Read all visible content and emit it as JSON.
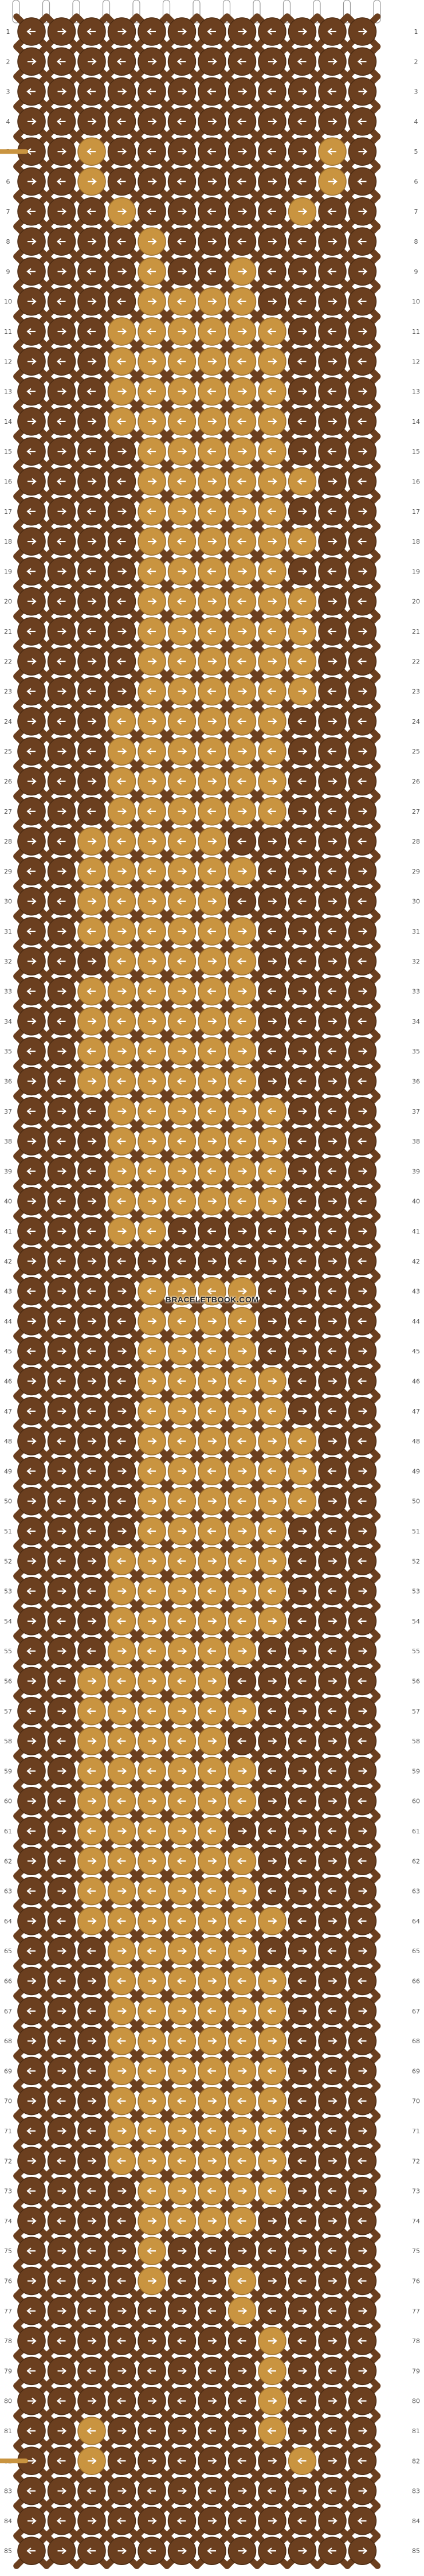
{
  "pattern": {
    "type": "alpha",
    "rows": 85,
    "strings": 13,
    "colors": {
      "A": "#6b3f1f",
      "B": "#c99440"
    },
    "background_color": "A",
    "motif_color": "B",
    "motif_rows": {
      "5": [
        2,
        10
      ],
      "6": [
        2,
        10
      ],
      "7": [
        3,
        9
      ],
      "8": [
        4
      ],
      "9": [
        4,
        7
      ],
      "10": [
        4,
        5,
        6,
        7
      ],
      "11": [
        3,
        4,
        5,
        6,
        7,
        8
      ],
      "12": [
        3,
        4,
        5,
        6,
        7,
        8
      ],
      "13": [
        3,
        4,
        5,
        6,
        7,
        8
      ],
      "14": [
        3,
        4,
        5,
        6,
        7,
        8
      ],
      "15": [
        4,
        5,
        6,
        7,
        8
      ],
      "16": [
        4,
        5,
        6,
        7,
        8,
        9
      ],
      "17": [
        4,
        5,
        6,
        7,
        8
      ],
      "18": [
        4,
        5,
        6,
        7,
        8,
        9
      ],
      "19": [
        4,
        5,
        6,
        7,
        8
      ],
      "20": [
        4,
        5,
        6,
        7,
        8,
        9
      ],
      "21": [
        4,
        5,
        6,
        7,
        8,
        9
      ],
      "22": [
        4,
        5,
        6,
        7,
        8,
        9
      ],
      "23": [
        4,
        5,
        6,
        7,
        8,
        9
      ],
      "24": [
        3,
        4,
        5,
        6,
        7,
        8
      ],
      "25": [
        3,
        4,
        5,
        6,
        7,
        8
      ],
      "26": [
        3,
        4,
        5,
        6,
        7,
        8
      ],
      "27": [
        3,
        4,
        5,
        6,
        7,
        8
      ],
      "28": [
        2,
        3,
        4,
        5,
        6
      ],
      "29": [
        2,
        3,
        4,
        5,
        6,
        7
      ],
      "30": [
        2,
        3,
        4,
        5,
        6
      ],
      "31": [
        2,
        3,
        4,
        5,
        6,
        7
      ],
      "32": [
        3,
        4,
        5,
        6,
        7
      ],
      "33": [
        2,
        3,
        4,
        5,
        6,
        7
      ],
      "34": [
        2,
        3,
        4,
        5,
        6,
        7
      ],
      "35": [
        2,
        3,
        4,
        5,
        6,
        7
      ],
      "36": [
        2,
        3,
        4,
        5,
        6,
        7
      ],
      "37": [
        3,
        4,
        5,
        6,
        7,
        8
      ],
      "38": [
        3,
        4,
        5,
        6,
        7,
        8
      ],
      "39": [
        3,
        4,
        5,
        6,
        7,
        8
      ],
      "40": [
        3,
        4,
        5,
        6,
        7,
        8
      ],
      "41": [
        3,
        4
      ],
      "43": [
        4,
        5,
        6,
        7
      ],
      "44": [
        4,
        5,
        6,
        7
      ],
      "45": [
        4,
        5,
        6,
        7
      ],
      "46": [
        4,
        5,
        6,
        7,
        8
      ],
      "47": [
        4,
        5,
        6,
        7,
        8
      ],
      "48": [
        4,
        5,
        6,
        7,
        8,
        9
      ],
      "49": [
        4,
        5,
        6,
        7,
        8,
        9
      ],
      "50": [
        4,
        5,
        6,
        7,
        8,
        9
      ],
      "51": [
        4,
        5,
        6,
        7,
        8
      ],
      "52": [
        3,
        4,
        5,
        6,
        7,
        8
      ],
      "53": [
        3,
        4,
        5,
        6,
        7,
        8
      ],
      "54": [
        3,
        4,
        5,
        6,
        7,
        8
      ],
      "55": [
        3,
        4,
        5,
        6,
        7
      ],
      "56": [
        2,
        3,
        4,
        5,
        6
      ],
      "57": [
        2,
        3,
        4,
        5,
        6,
        7
      ],
      "58": [
        2,
        3,
        4,
        5,
        6
      ],
      "59": [
        2,
        3,
        4,
        5,
        6,
        7
      ],
      "60": [
        2,
        3,
        4,
        5,
        6,
        7
      ],
      "61": [
        2,
        3,
        4,
        5,
        6
      ],
      "62": [
        2,
        3,
        4,
        5,
        6,
        7
      ],
      "63": [
        2,
        3,
        4,
        5,
        6,
        7
      ],
      "64": [
        2,
        3,
        4,
        5,
        6,
        7,
        8
      ],
      "65": [
        3,
        4,
        5,
        6,
        7
      ],
      "66": [
        3,
        4,
        5,
        6,
        7,
        8
      ],
      "67": [
        3,
        4,
        5,
        6,
        7,
        8
      ],
      "68": [
        3,
        4,
        5,
        6,
        7,
        8
      ],
      "69": [
        3,
        4,
        5,
        6,
        7,
        8
      ],
      "70": [
        3,
        4,
        5,
        6,
        7,
        8
      ],
      "71": [
        3,
        4,
        5,
        6,
        7,
        8
      ],
      "72": [
        3,
        4,
        5,
        6,
        7,
        8
      ],
      "73": [
        4,
        5,
        6,
        7,
        8
      ],
      "74": [
        4,
        5,
        6,
        7
      ],
      "75": [
        4
      ],
      "76": [
        4,
        7
      ],
      "77": [
        7
      ],
      "78": [
        8
      ],
      "79": [
        8
      ],
      "80": [
        8
      ],
      "81": [
        2,
        8
      ],
      "82": [
        2,
        9
      ]
    },
    "entry_rows": {
      "5": "left",
      "82": "left"
    }
  },
  "watermark": "BRACELETBOOK.COM"
}
